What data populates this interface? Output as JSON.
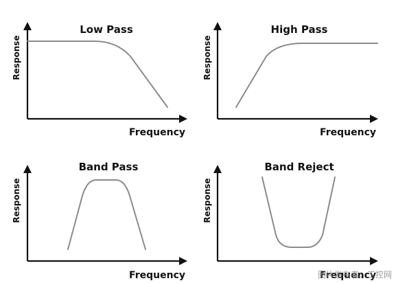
{
  "panels": {
    "low_pass": {
      "title": "Low Pass",
      "xlabel": "Frequency",
      "ylabel": "Response"
    },
    "high_pass": {
      "title": "High Pass",
      "xlabel": "Frequency",
      "ylabel": "Response"
    },
    "band_pass": {
      "title": "Band Pass",
      "xlabel": "Frequency",
      "ylabel": "Response"
    },
    "band_reject": {
      "title": "Band Reject",
      "xlabel": "Frequency",
      "ylabel": "Response"
    }
  },
  "colors": {
    "axis": "#111111",
    "curve": "#8a8a8a",
    "text": "#111111",
    "background": "#ffffff"
  },
  "watermark": "图片发布者：工控网"
}
